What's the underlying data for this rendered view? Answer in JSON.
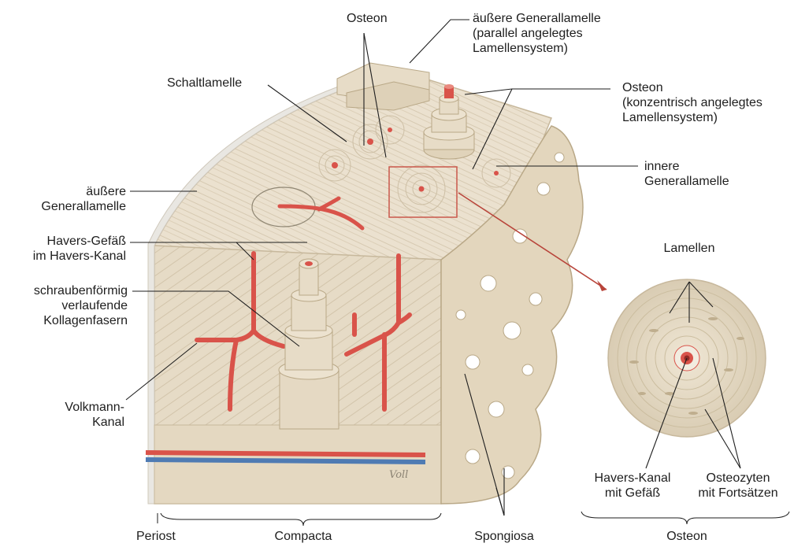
{
  "labels": {
    "osteon_top": "Osteon",
    "outer_lamella_top": [
      "äußere Generallamelle",
      "(parallel angelegtes",
      "Lamellensystem)"
    ],
    "schaltlamelle": "Schaltlamelle",
    "osteon_right": [
      "Osteon",
      "(konzentrisch angelegtes",
      "Lamellensystem)"
    ],
    "inner_lamella": [
      "innere",
      "Generallamelle"
    ],
    "outer_lamella_left": [
      "äußere",
      "Generallamelle"
    ],
    "havers_vessel": [
      "Havers-Gefäß",
      "im Havers-Kanal"
    ],
    "collagen": [
      "schraubenförmig",
      "verlaufende",
      "Kollagenfasern"
    ],
    "volkmann": [
      "Volkmann-",
      "Kanal"
    ],
    "lamellen": "Lamellen",
    "havers_canal_vessel": [
      "Havers-Kanal",
      "mit Gefäß"
    ],
    "osteocytes": [
      "Osteozyten",
      "mit Fortsätzen"
    ],
    "periost": "Periost",
    "compacta": "Compacta",
    "spongiosa": "Spongiosa",
    "osteon_bottom": "Osteon"
  },
  "signature": "Voll",
  "colors": {
    "bone": "#e9dfcc",
    "bone_dark": "#cdbfa5",
    "vessel": "#d9534a",
    "vein": "#4f7bb3",
    "leader": "#1e1e1e"
  }
}
